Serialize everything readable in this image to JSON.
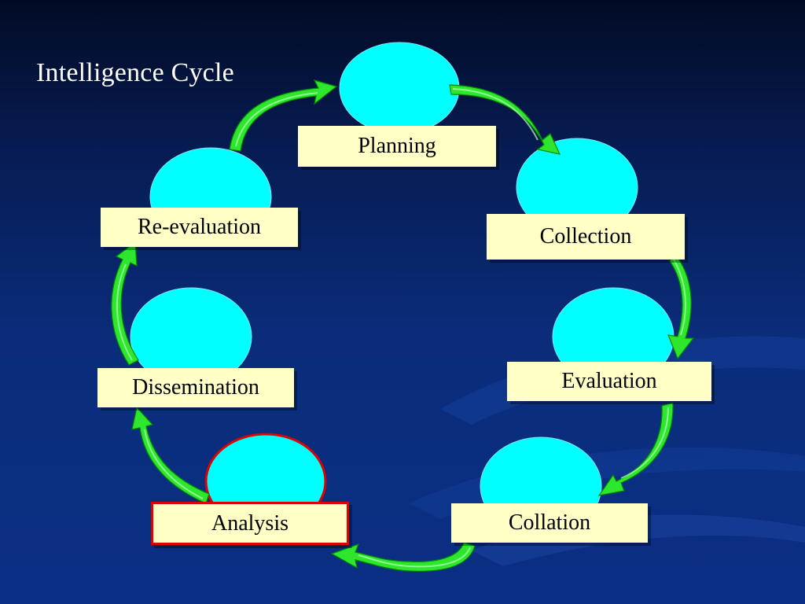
{
  "title": "Intelligence Cycle",
  "colors": {
    "circle_fill": "#00ffff",
    "label_fill": "#ffffc6",
    "arrow_fill": "#2ee62e",
    "highlight": "#e00000",
    "background": "#0b2f85"
  },
  "stages": [
    {
      "label": "Planning"
    },
    {
      "label": "Collection"
    },
    {
      "label": "Evaluation"
    },
    {
      "label": "Collation"
    },
    {
      "label": "Analysis",
      "highlighted": true
    },
    {
      "label": "Dissemination"
    },
    {
      "label": "Re-evaluation"
    }
  ],
  "arrow_icon": "curved-arrow-icon"
}
